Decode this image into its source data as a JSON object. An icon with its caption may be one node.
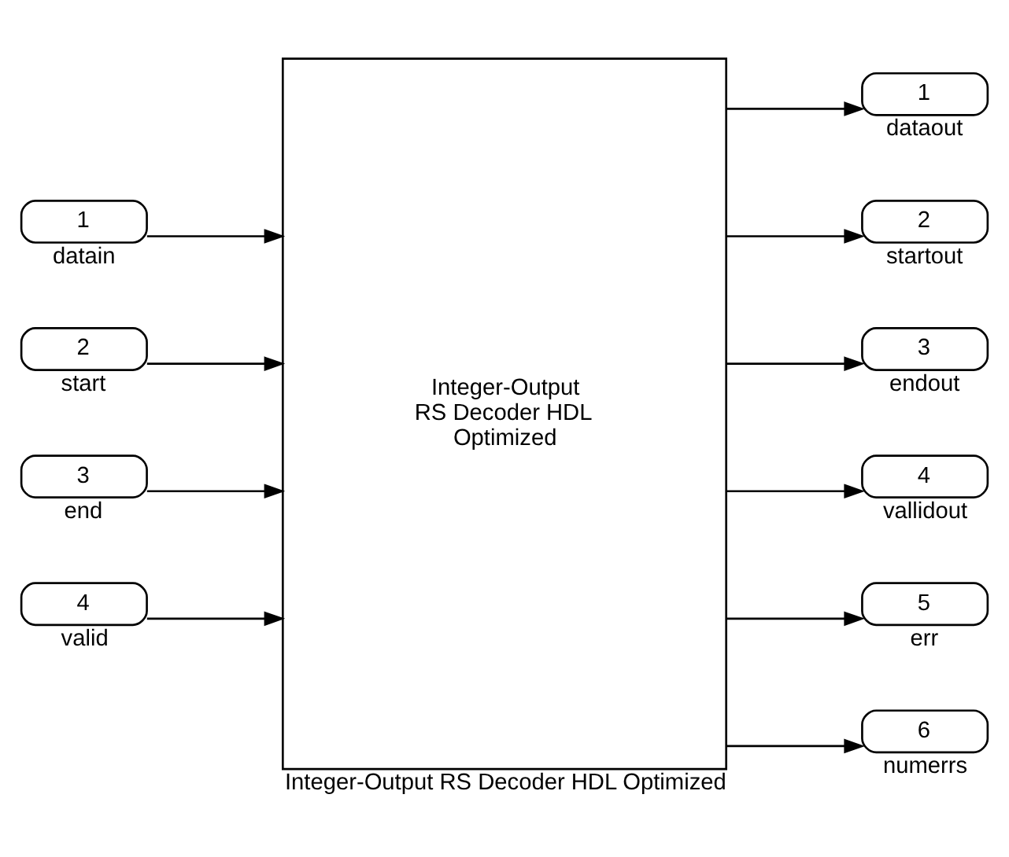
{
  "diagram": {
    "nodes": [
      {
        "text": [
          "1"
        ],
        "beside": [
          "datain"
        ]
      },
      {
        "text": [
          "2"
        ],
        "beside": [
          "start"
        ]
      },
      {
        "text": [
          "3"
        ],
        "beside": [
          "end"
        ]
      },
      {
        "text": [
          "4"
        ],
        "beside": [
          "valid"
        ]
      },
      {
        "text": [
          "Integer-Output RS Decoder HDL Optimized"
        ],
        "beside": [
          "Integer-Output RS Decoder HDL Optimized"
        ]
      },
      {
        "text": [
          "1"
        ],
        "beside": [
          "dataout"
        ]
      },
      {
        "text": [
          "2"
        ],
        "beside": [
          "startout"
        ]
      },
      {
        "text": [
          "3"
        ],
        "beside": [
          "endout"
        ]
      },
      {
        "text": [
          "4"
        ],
        "beside": [
          "vallidout"
        ]
      },
      {
        "text": [
          "5"
        ],
        "beside": [
          "err"
        ]
      },
      {
        "text": [
          "6"
        ],
        "beside": [
          "numerrs"
        ]
      }
    ],
    "edges": [
      {
        "from": 0,
        "to": 4,
        "arrow": "to"
      },
      {
        "from": 1,
        "to": 4,
        "arrow": "to"
      },
      {
        "from": 2,
        "to": 4,
        "arrow": "to"
      },
      {
        "from": 3,
        "to": 4,
        "arrow": "to"
      },
      {
        "from": 4,
        "to": 5,
        "arrow": "to"
      },
      {
        "from": 4,
        "to": 6,
        "arrow": "to"
      },
      {
        "from": 4,
        "to": 7,
        "arrow": "to"
      },
      {
        "from": 4,
        "to": 8,
        "arrow": "to"
      },
      {
        "from": 4,
        "to": 9,
        "arrow": "to"
      },
      {
        "from": 4,
        "to": 10,
        "arrow": "to"
      }
    ]
  }
}
